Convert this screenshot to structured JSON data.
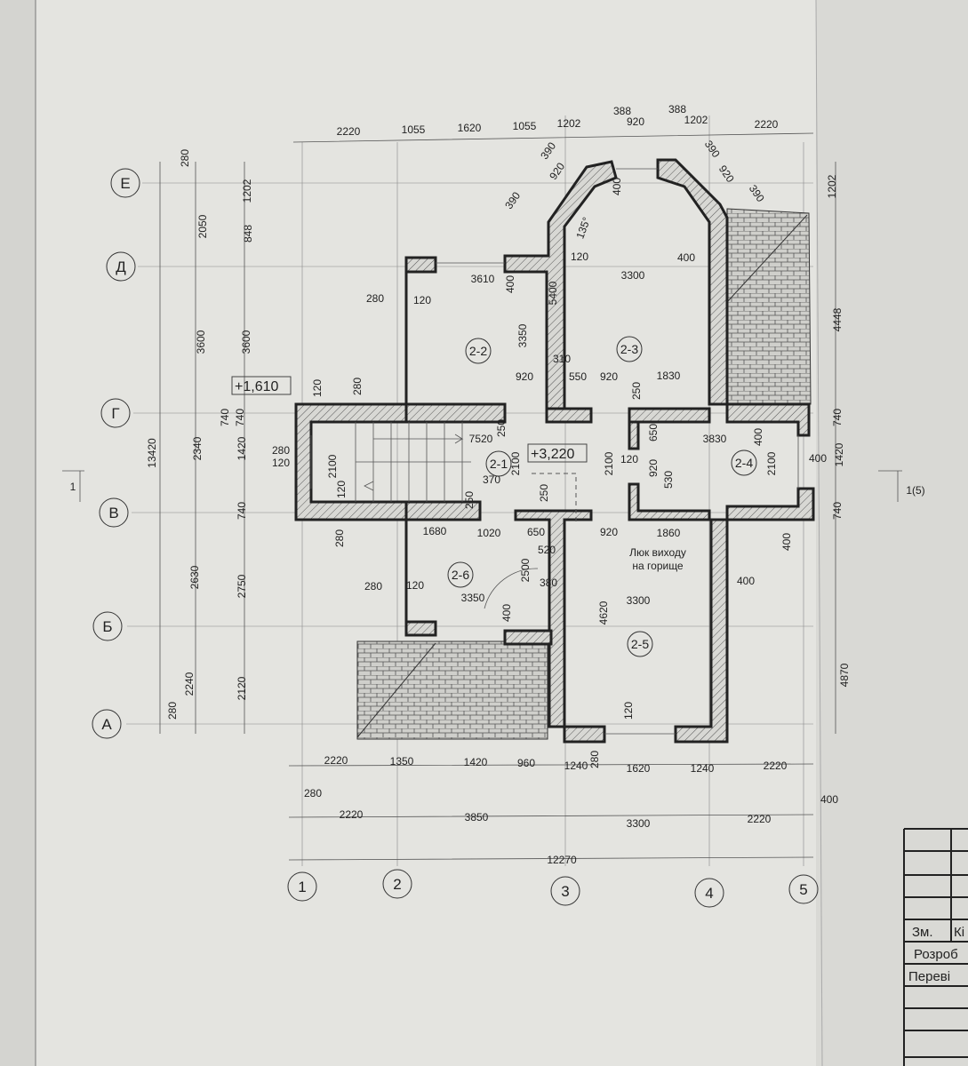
{
  "plan": {
    "level_marks": [
      "+1,610",
      "+3,220"
    ],
    "rooms": [
      "2-1",
      "2-2",
      "2-3",
      "2-4",
      "2-5",
      "2-6"
    ],
    "hatch_note": [
      "Люк виходу",
      "на горище"
    ],
    "angle": "135°",
    "axes_letters": [
      "Е",
      "Д",
      "Г",
      "В",
      "Б",
      "А"
    ],
    "axes_numbers": [
      "1",
      "2",
      "3",
      "4",
      "5"
    ],
    "section_marks": [
      "1",
      "1(5)"
    ]
  },
  "dims": {
    "top": [
      "2220",
      "1055",
      "1620",
      "1055",
      "1202",
      "388",
      "920",
      "388",
      "1202",
      "2220"
    ],
    "bay": [
      "390",
      "920",
      "390",
      "390",
      "920",
      "390",
      "400"
    ],
    "inner": [
      "120",
      "3610",
      "400",
      "3300",
      "400",
      "5400",
      "280",
      "120",
      "3350",
      "310",
      "920",
      "550",
      "920",
      "1830",
      "250",
      "120",
      "280",
      "740",
      "280",
      "120",
      "2100",
      "7520",
      "250",
      "2100",
      "2100",
      "120",
      "650",
      "3830",
      "400",
      "2100",
      "400",
      "370",
      "120",
      "920",
      "530",
      "250",
      "250",
      "1680",
      "1020",
      "650",
      "920",
      "1860",
      "280",
      "400",
      "520",
      "2500",
      "380",
      "280",
      "120",
      "400",
      "3350",
      "3300",
      "400",
      "4620",
      "120"
    ],
    "bottom1": [
      "2220",
      "1350",
      "1420",
      "960",
      "1240",
      "280",
      "1620",
      "1240",
      "2220"
    ],
    "bottom2": [
      "280",
      "2220",
      "3850",
      "3300",
      "2220",
      "400"
    ],
    "total": "12270",
    "left_outer": [
      "280",
      "13420",
      "280"
    ],
    "left_mid": [
      "2050",
      "3600",
      "2340",
      "2630",
      "2240"
    ],
    "left_inner": [
      "1202",
      "848",
      "3600",
      "740",
      "1420",
      "740",
      "2750",
      "2120"
    ],
    "right": [
      "1202",
      "4448",
      "740",
      "1420",
      "740",
      "4870"
    ]
  },
  "title_block": [
    "Зм.",
    "Кі",
    "Розроб",
    "Переві"
  ]
}
